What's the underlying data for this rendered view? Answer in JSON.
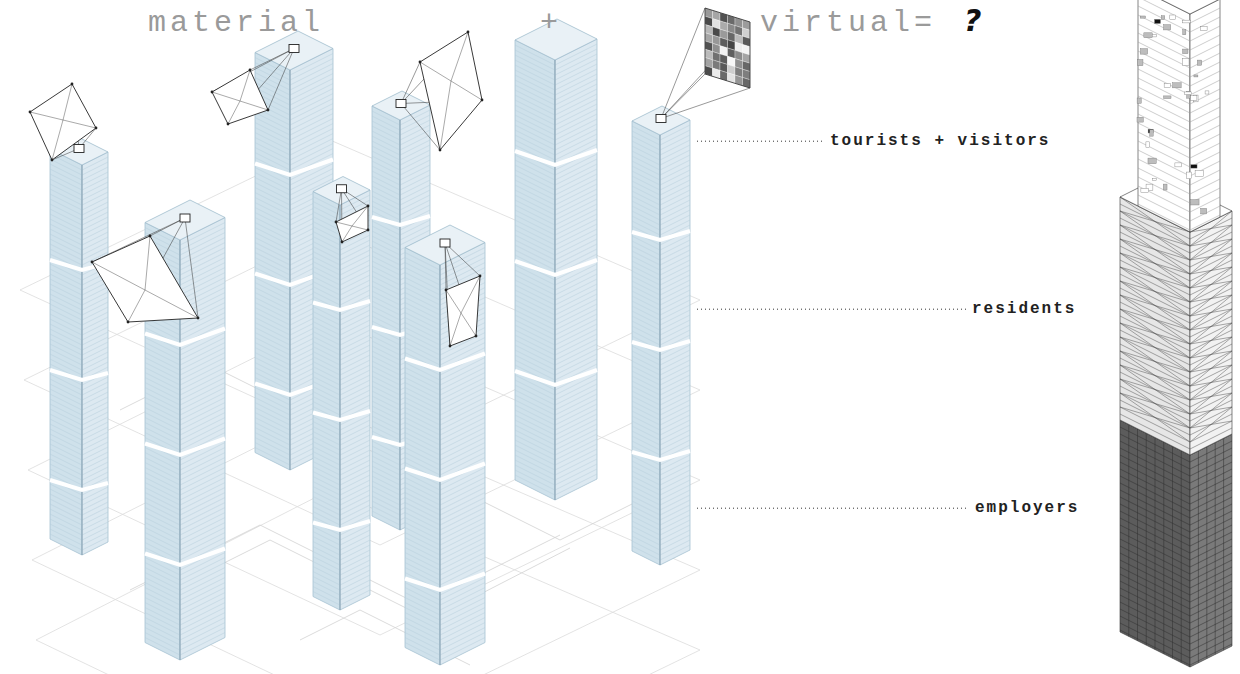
{
  "diagram": {
    "labels": [
      "material",
      "+",
      "virtual=",
      "?",
      "tourists + visitors",
      "residents",
      "employers"
    ]
  }
}
